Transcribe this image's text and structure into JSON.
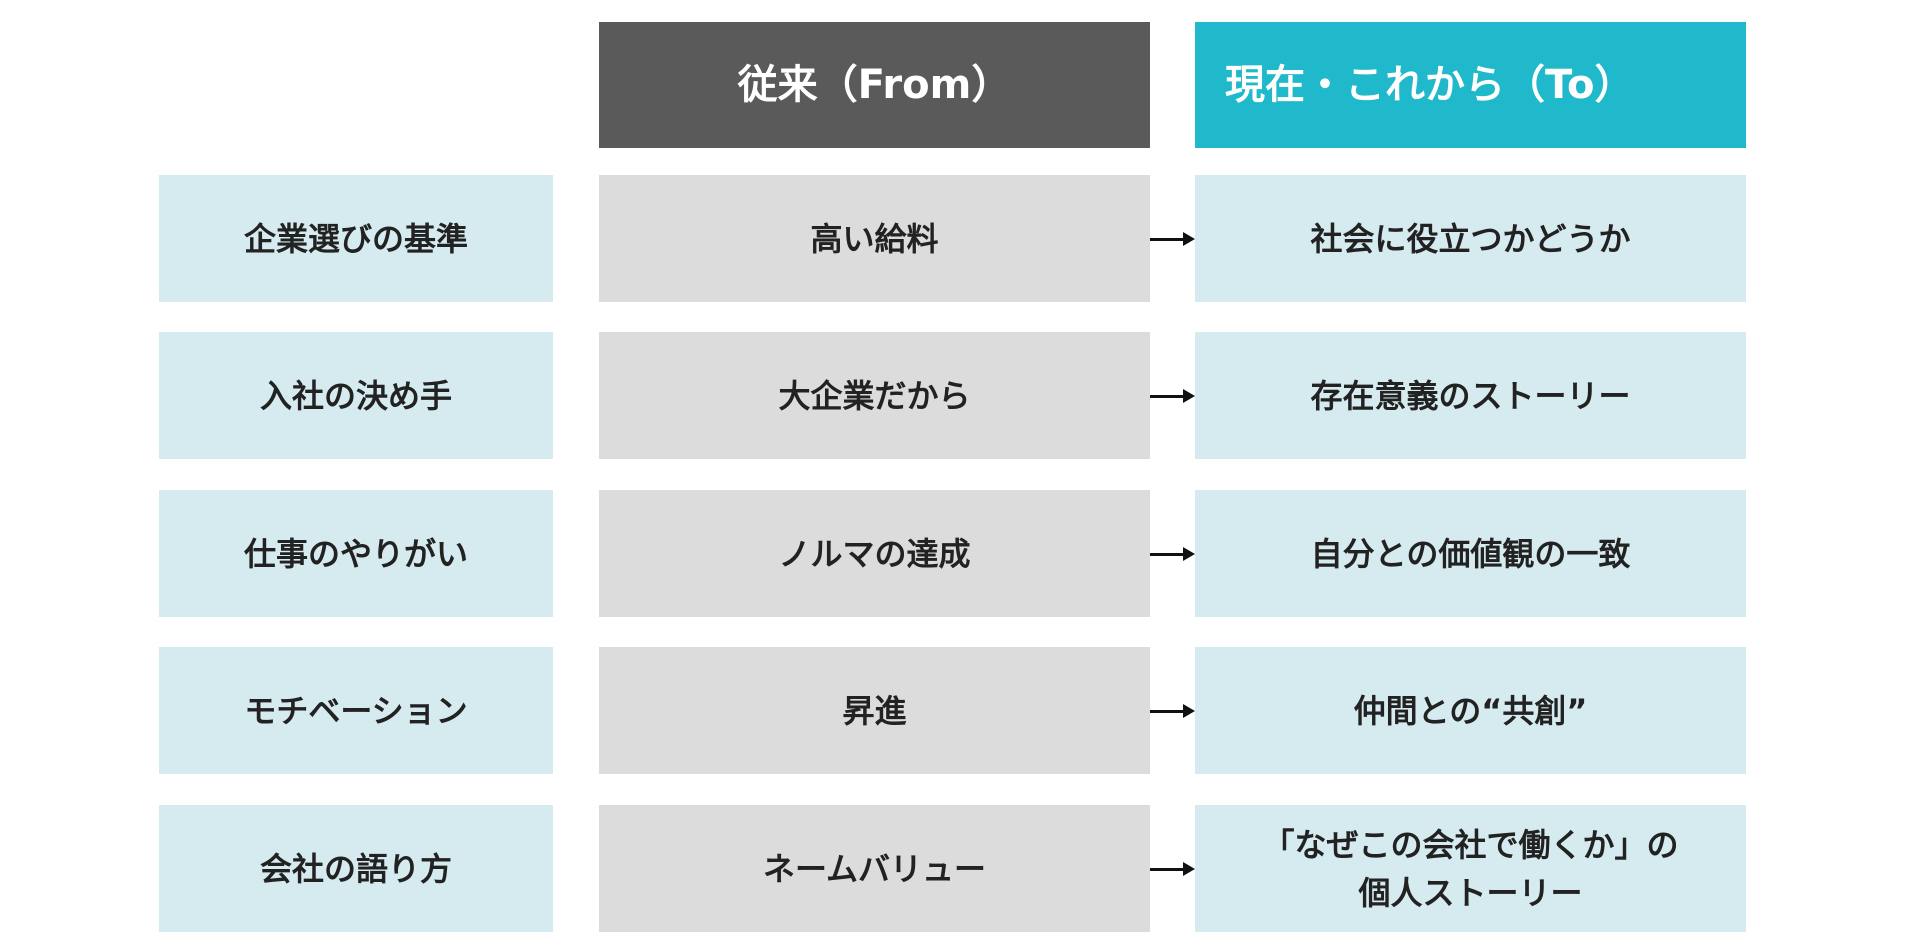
{
  "headers": {
    "from": "従来（From）",
    "to": "現在・これから（To）"
  },
  "rows": [
    {
      "label": "企業選びの基準",
      "from": "高い給料",
      "to": "社会に役立つかどうか"
    },
    {
      "label": "入社の決め手",
      "from": "大企業だから",
      "to": "存在意義のストーリー"
    },
    {
      "label": "仕事のやりがい",
      "from": "ノルマの達成",
      "to": "自分との価値観の一致"
    },
    {
      "label": "モチベーション",
      "from": "昇進",
      "to": "仲間との“共創”"
    },
    {
      "label": "会社の語り方",
      "from": "ネームバリュー",
      "to": "「なぜこの会社で働くか」の\n個人ストーリー"
    }
  ]
}
